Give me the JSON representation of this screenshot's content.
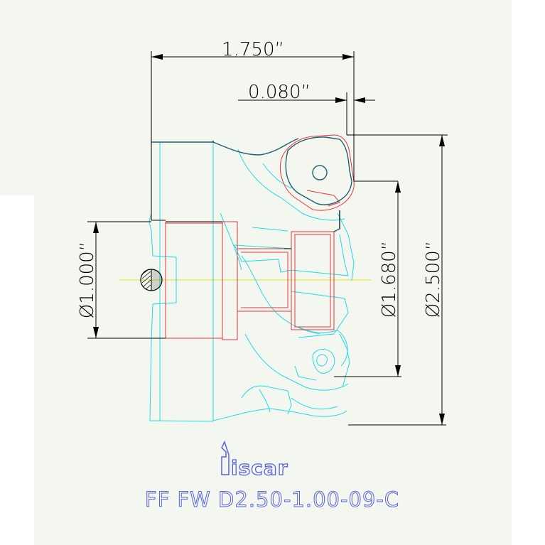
{
  "drawing": {
    "dimensions": {
      "overall_length": "1.750”",
      "insert_offset": "0.080”",
      "bore_diameter": "Ø1.000”",
      "hub_diameter": "Ø1.680”",
      "cutter_diameter": "Ø2.500”"
    },
    "brand": "iscar",
    "part_number": "FF FW D2.50-1.00-09-C"
  },
  "colors": {
    "sheet": "#f4f7f0",
    "ink": "#000000",
    "red": "#e8343c",
    "cyan": "#22d8e8",
    "teal": "#1f5f6e",
    "yellow": "#e8e020",
    "blue": "#5563e0"
  }
}
